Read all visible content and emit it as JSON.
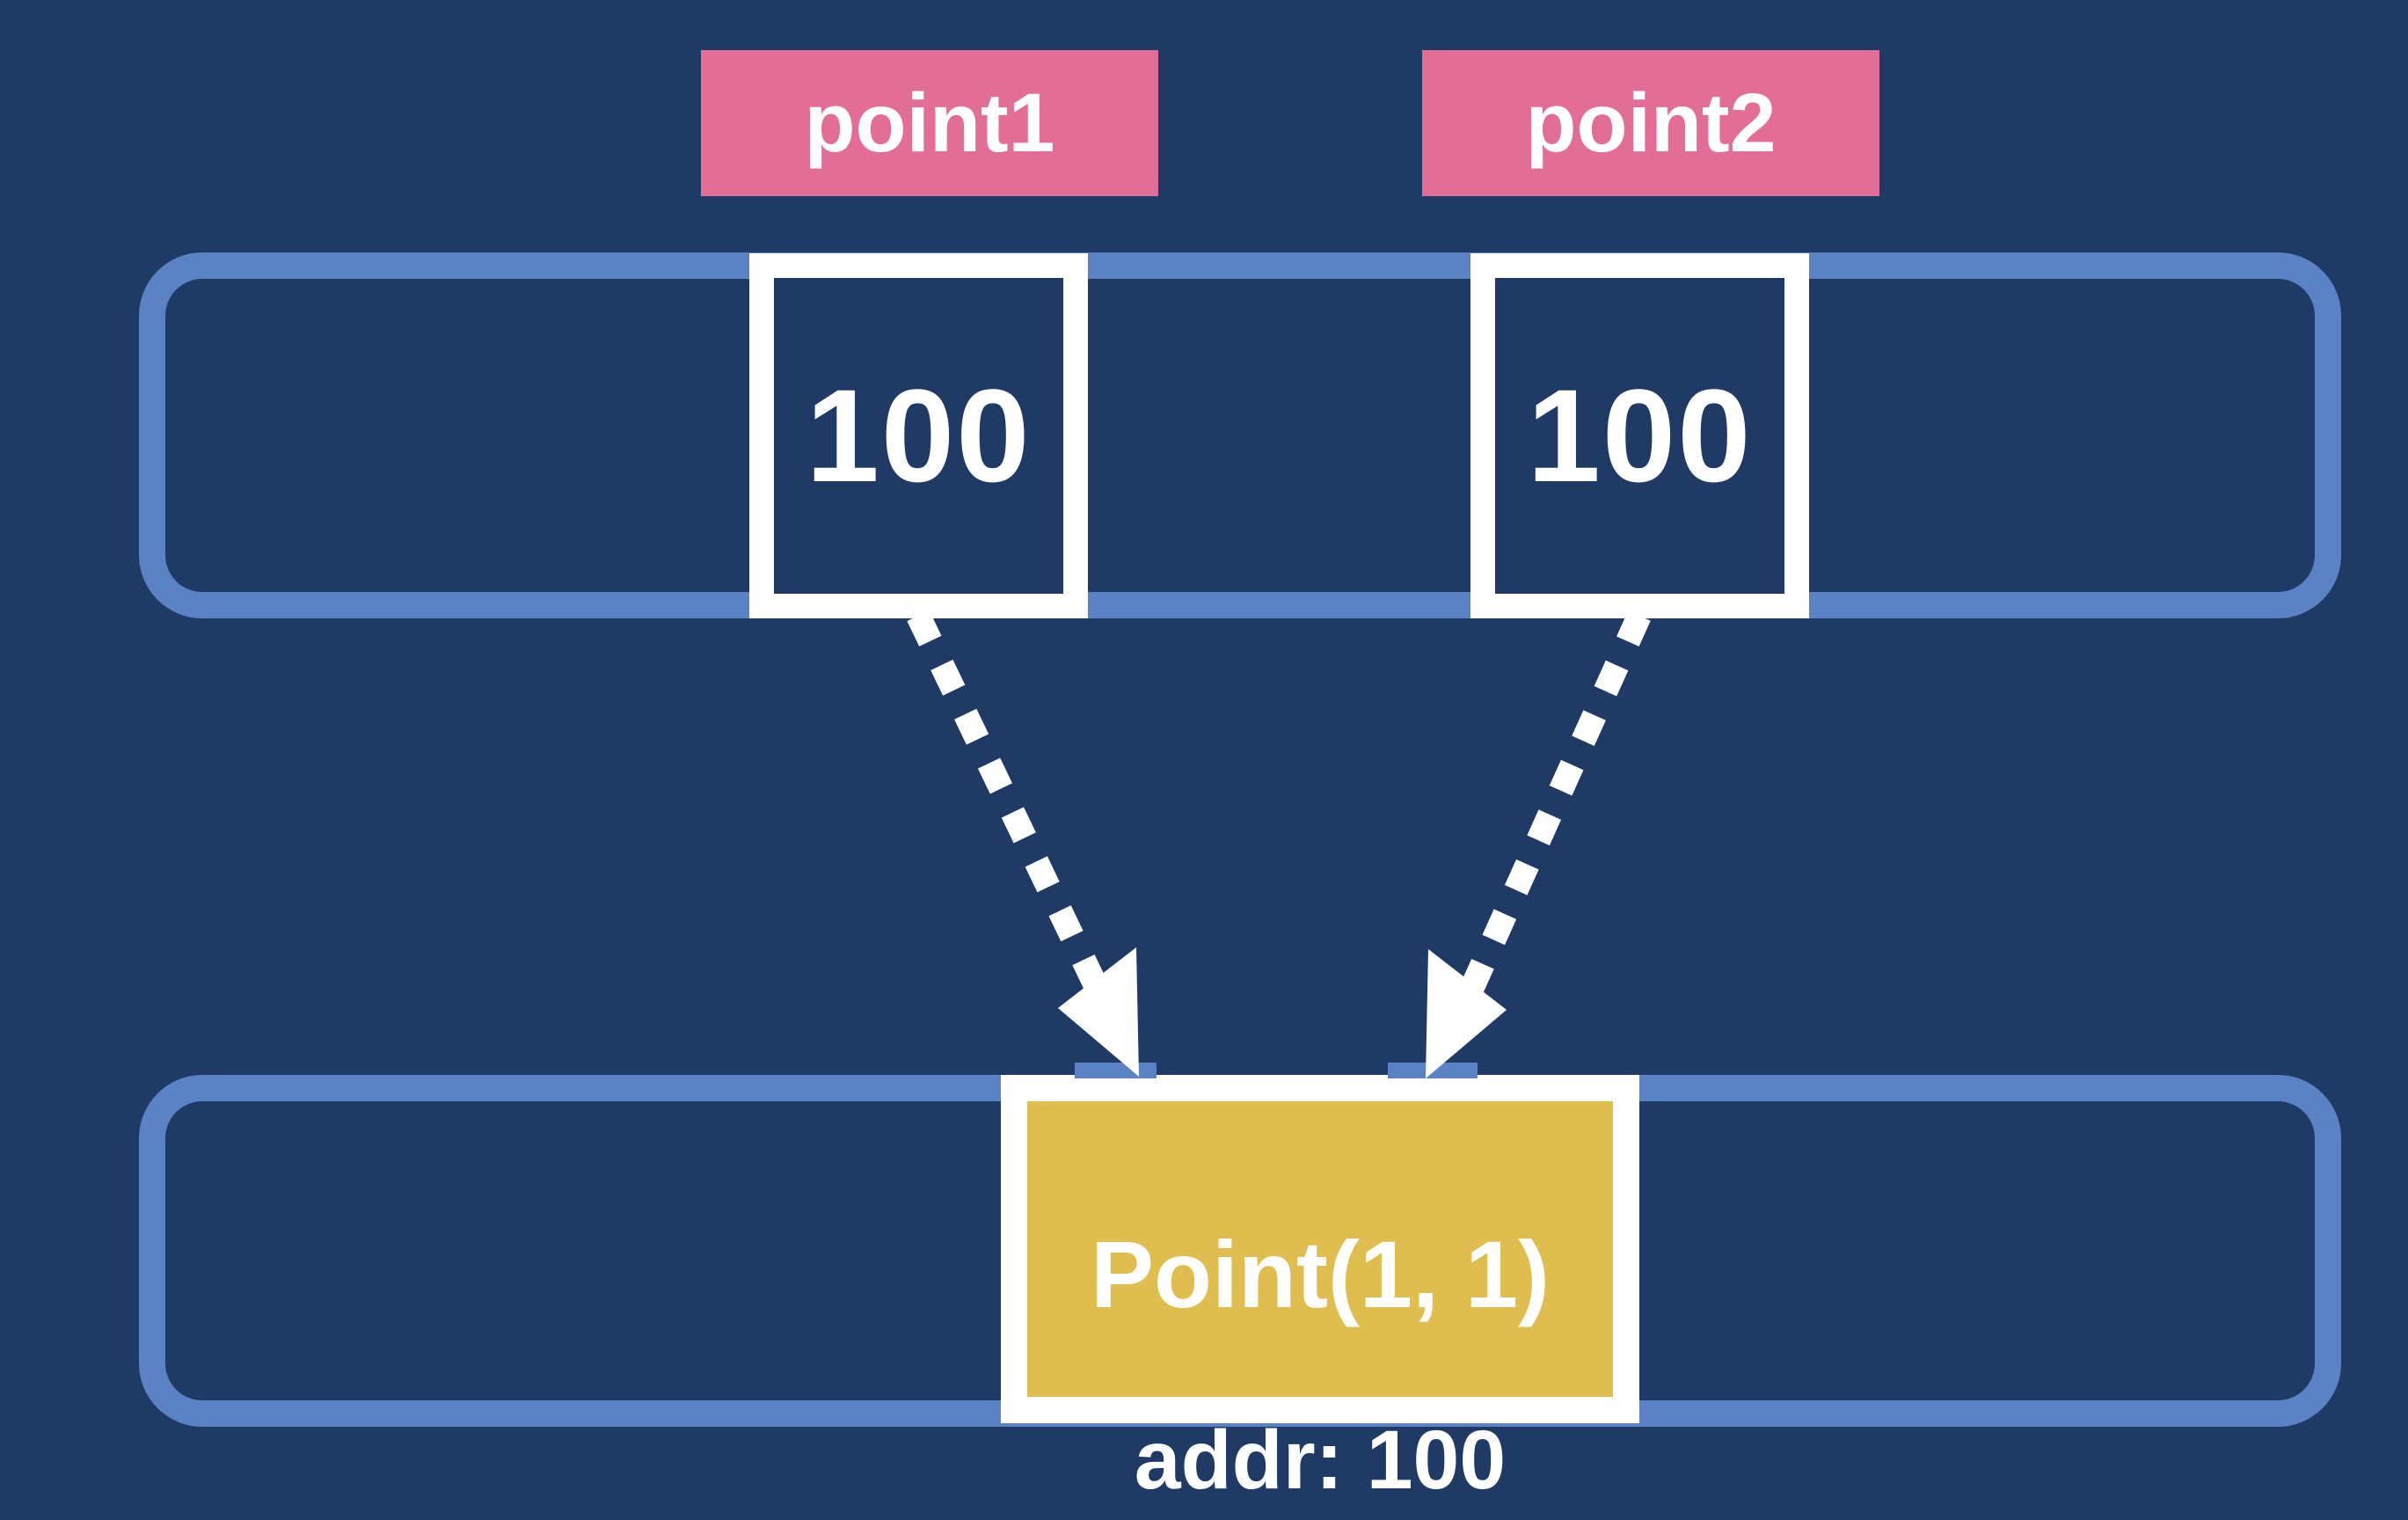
{
  "diagram": {
    "variables": [
      {
        "name": "point1",
        "value": "100"
      },
      {
        "name": "point2",
        "value": "100"
      }
    ],
    "object": {
      "label": "Point(1, 1)",
      "address": "addr: 100"
    }
  },
  "colors": {
    "background": "#1f3a64",
    "row_border": "#5a82c4",
    "variable_tag": "#e26e96",
    "object_fill": "#dfbe4f",
    "foreground": "#ffffff"
  }
}
